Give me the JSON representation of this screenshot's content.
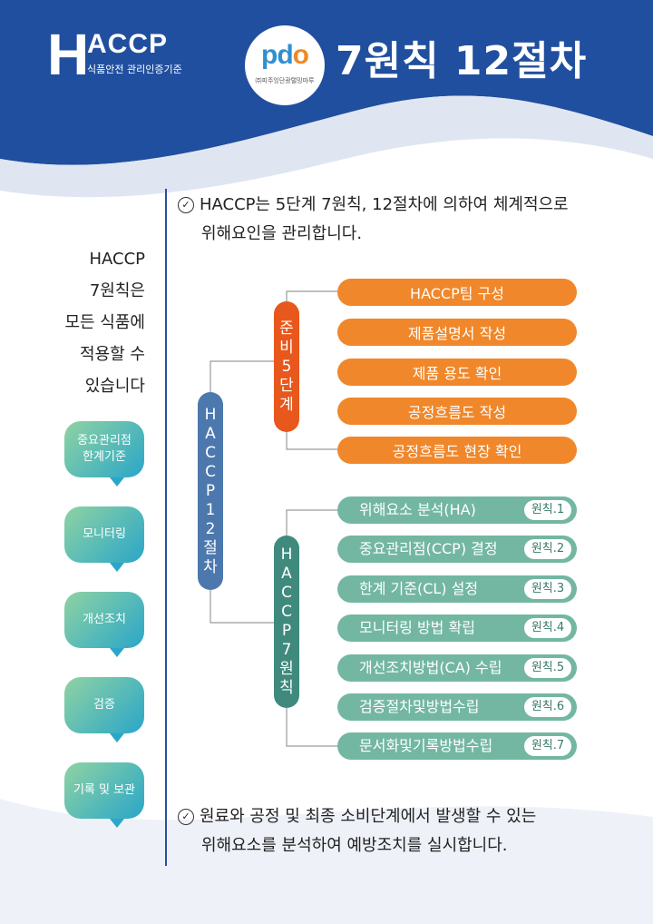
{
  "header": {
    "logo_h": "H",
    "logo_accp": "ACCP",
    "logo_subtitle": "식품안전 관리인증기준",
    "org_logo_text_pd": "pd",
    "org_logo_text_o": "o",
    "org_subtitle": "㈜피주잉단광탤밍마루",
    "title": "7원칙 12절차"
  },
  "intro": {
    "check_symbol": "✓",
    "line1": "HACCP는 5단계 7원칙, 12절차에 의하여 체계적으로",
    "line2": "위해요인을 관리합니다."
  },
  "left": {
    "lines": [
      "HACCP",
      "7원칙은",
      "모든 식품에",
      "적용할 수",
      "있습니다"
    ],
    "bubbles": [
      {
        "line1": "중요관리점",
        "line2": "한계기준"
      },
      {
        "line1": "모니터링",
        "line2": ""
      },
      {
        "line1": "개선조치",
        "line2": ""
      },
      {
        "line1": "검증",
        "line2": ""
      },
      {
        "line1": "기록 및 보관",
        "line2": ""
      }
    ]
  },
  "tree": {
    "root_chars": [
      "H",
      "A",
      "C",
      "C",
      "P",
      "1",
      "2",
      "절",
      "차"
    ],
    "prep_chars": [
      "준",
      "비",
      "5",
      "단",
      "계"
    ],
    "principle_chars": [
      "H",
      "A",
      "C",
      "C",
      "P",
      "7",
      "원",
      "칙"
    ],
    "steps": [
      "HACCP팀 구성",
      "제품설명서 작성",
      "제품 용도 확인",
      "공정흐름도 작성",
      "공정흐름도 현장 확인"
    ],
    "principles": [
      {
        "label": "위해요소 분석(HA)",
        "badge": "원칙.1"
      },
      {
        "label": "중요관리점(CCP) 결정",
        "badge": "원칙.2"
      },
      {
        "label": "한계 기준(CL) 설정",
        "badge": "원칙.3"
      },
      {
        "label": "모니터링 방법 확립",
        "badge": "원칙.4"
      },
      {
        "label": "개선조치방법(CA) 수립",
        "badge": "원칙.5"
      },
      {
        "label": "검증절차및방법수립",
        "badge": "원칙.6"
      },
      {
        "label": "문서화및기록방법수립",
        "badge": "원칙.7"
      }
    ]
  },
  "outro": {
    "check_symbol": "✓",
    "line1": "원료와 공정 및 최종 소비단계에서 발생할 수 있는",
    "line2": "위해요소를 분석하여 예방조치를 실시합니다."
  },
  "colors": {
    "header_blue": "#214f9f",
    "step_orange": "#f0872a",
    "prep_pill": "#e8571c",
    "root_pill": "#4c78ad",
    "principle_pill": "#3f8a7c",
    "principle_item": "#73b7a2"
  }
}
